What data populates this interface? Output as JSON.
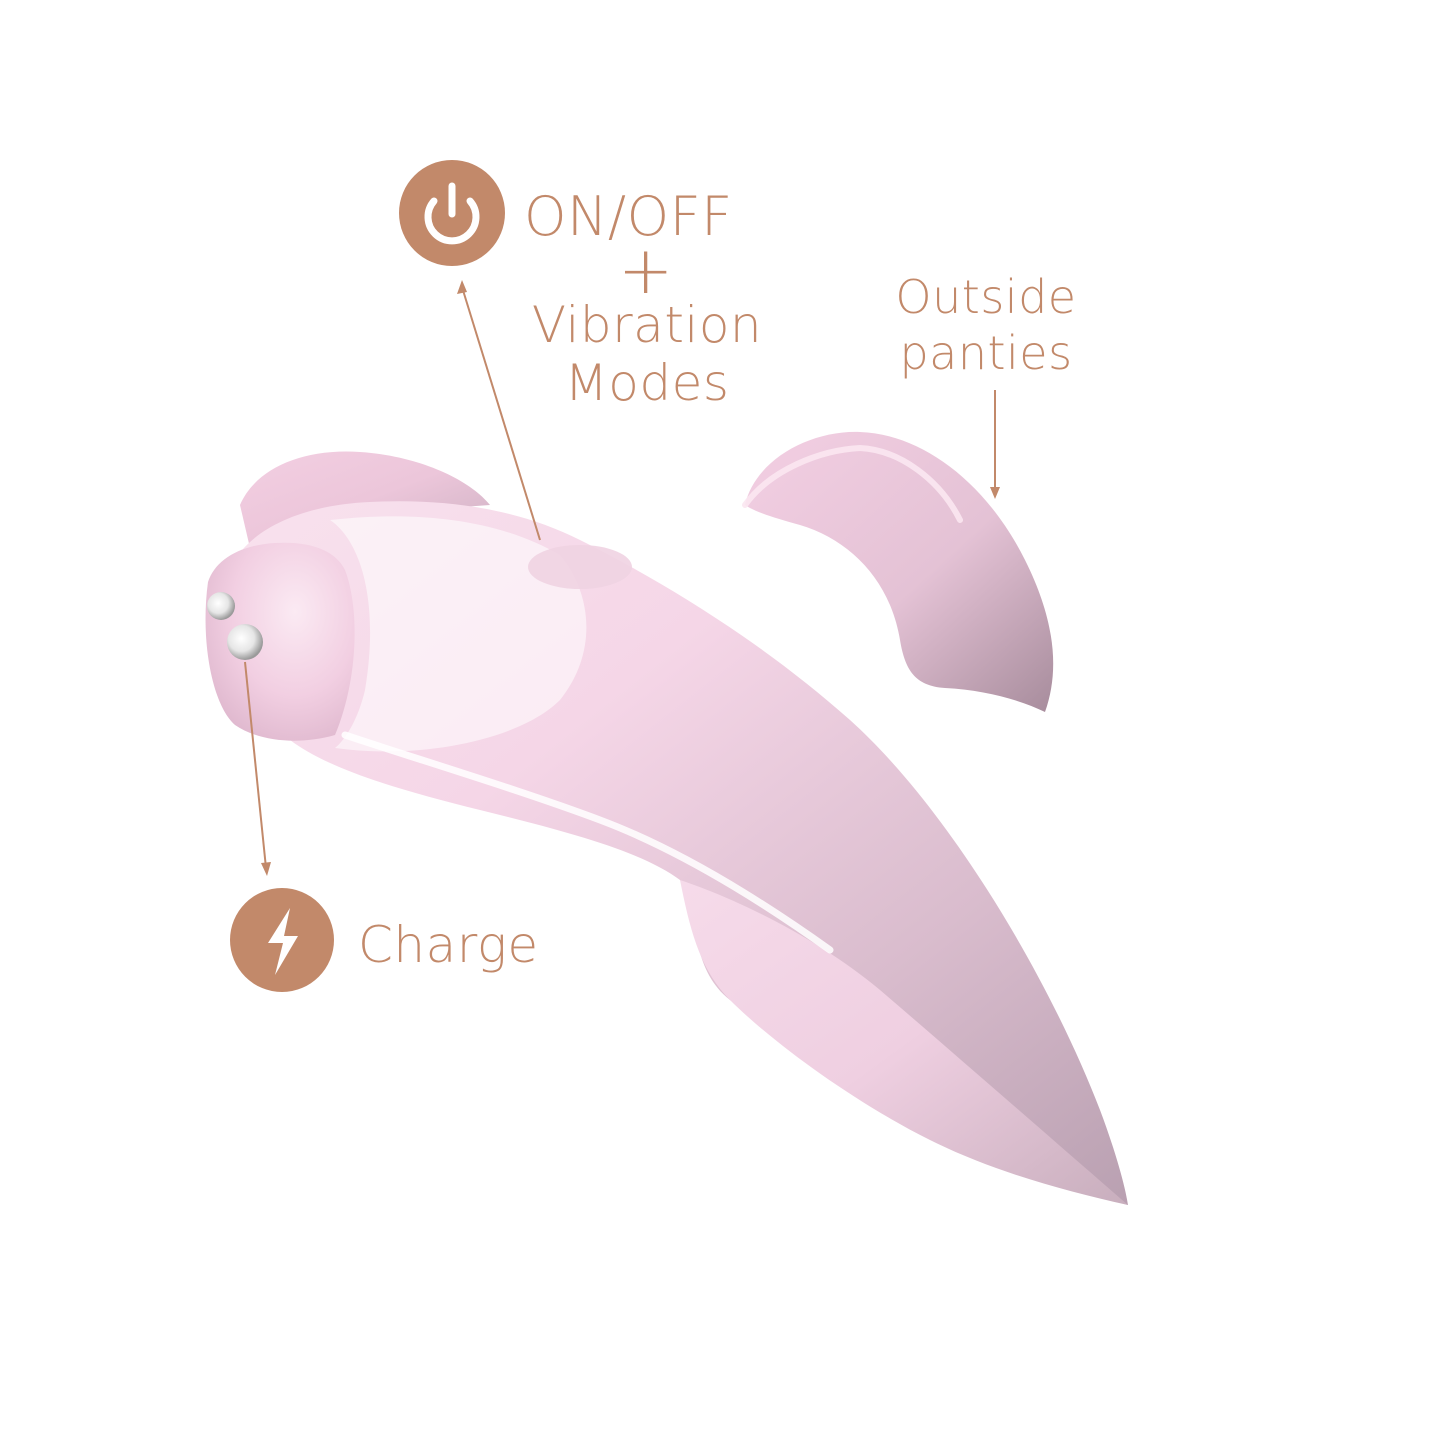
{
  "colors": {
    "accent": "#c2896a",
    "body_pink": "#f3d3e4",
    "body_shadow": "#b9a0b1",
    "background": "#ffffff"
  },
  "callouts": {
    "power": {
      "icon": "power-icon",
      "line1": "ON/OFF",
      "plus": "+",
      "line2": "Vibration",
      "line3": "Modes"
    },
    "outside": {
      "line1": "Outside",
      "line2": "panties"
    },
    "charge": {
      "icon": "lightning-bolt-icon",
      "label": "Charge"
    }
  }
}
